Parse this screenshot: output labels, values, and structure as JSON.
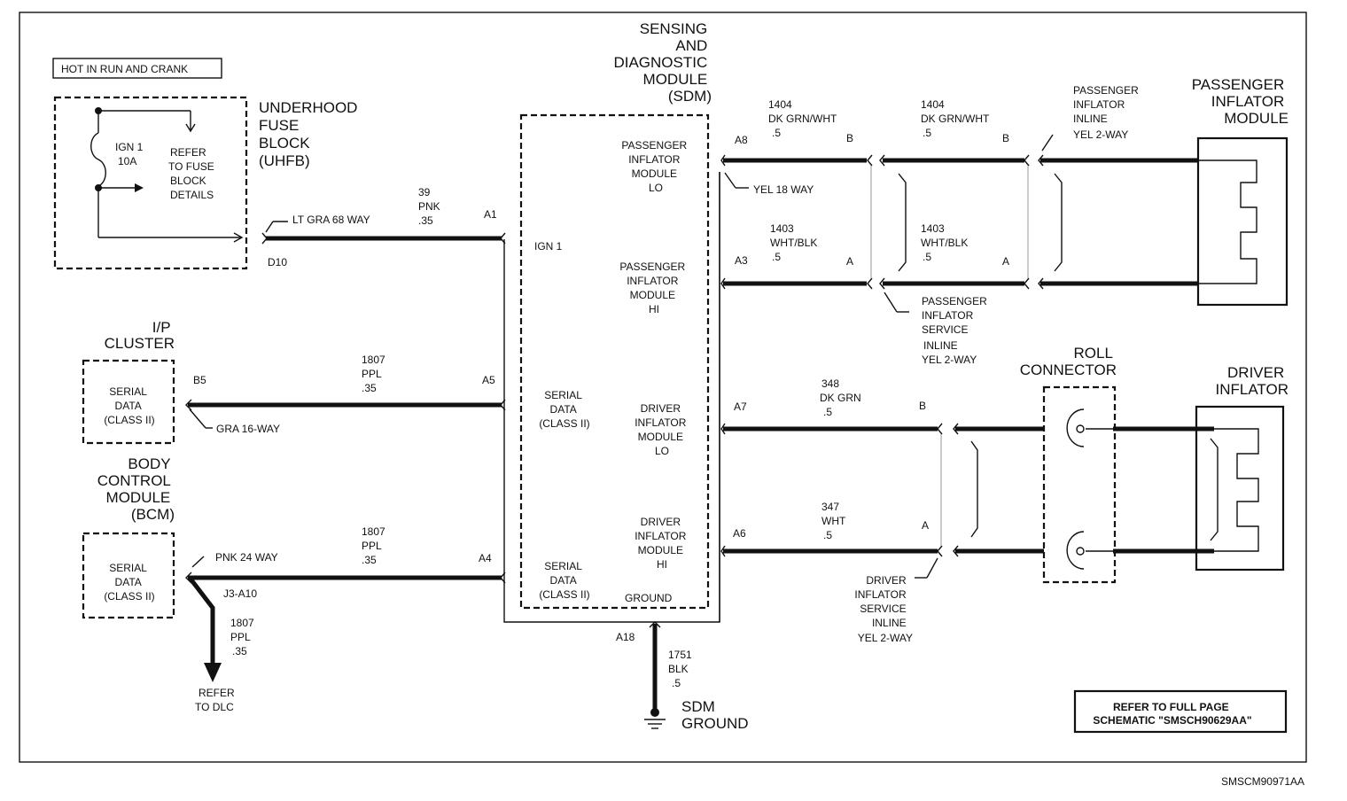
{
  "hot_in_run": "HOT IN RUN AND CRANK",
  "uhfb": {
    "title": [
      "UNDERHOOD",
      "FUSE",
      "BLOCK",
      "(UHFB)"
    ],
    "fuse": [
      "IGN 1",
      "10A"
    ],
    "refer": [
      "REFER",
      "TO FUSE",
      "BLOCK",
      "DETAILS"
    ],
    "connector": "LT GRA 68 WAY",
    "pin": "D10"
  },
  "sdm": {
    "title": [
      "SENSING",
      "AND",
      "DIAGNOSTIC",
      "MODULE",
      "(SDM)"
    ],
    "ign1": "IGN 1",
    "serial1": [
      "SERIAL",
      "DATA",
      "(CLASS II)"
    ],
    "serial2": [
      "SERIAL",
      "DATA",
      "(CLASS II)"
    ],
    "pass_lo": [
      "PASSENGER",
      "INFLATOR",
      "MODULE",
      "LO"
    ],
    "pass_hi": [
      "PASSENGER",
      "INFLATOR",
      "MODULE",
      "HI"
    ],
    "drv_lo": [
      "DRIVER",
      "INFLATOR",
      "MODULE",
      "LO"
    ],
    "drv_hi": [
      "DRIVER",
      "INFLATOR",
      "MODULE",
      "HI"
    ],
    "ground": "GROUND",
    "connector": "YEL 18 WAY",
    "pins": {
      "a1": "A1",
      "a5": "A5",
      "a4": "A4",
      "a8": "A8",
      "a3": "A3",
      "a7": "A7",
      "a6": "A6",
      "a18": "A18"
    }
  },
  "wires": {
    "ign": [
      "39",
      "PNK",
      ".35"
    ],
    "ipc": [
      "1807",
      "PPL",
      ".35"
    ],
    "bcm": [
      "1807",
      "PPL",
      ".35"
    ],
    "dlc": [
      "1807",
      "PPL",
      ".35"
    ],
    "gnd": [
      "1751",
      "BLK",
      ".5"
    ],
    "p1404a": [
      "1404",
      "DK GRN/WHT",
      ".5"
    ],
    "p1404b": [
      "1404",
      "DK GRN/WHT",
      ".5"
    ],
    "p1403a": [
      "1403",
      "WHT/BLK",
      ".5"
    ],
    "p1403b": [
      "1403",
      "WHT/BLK",
      ".5"
    ],
    "d348": [
      "348",
      "DK GRN",
      ".5"
    ],
    "d347": [
      "347",
      "WHT",
      ".5"
    ]
  },
  "pin_labels": {
    "b": "B",
    "a": "A"
  },
  "ipc": {
    "title": [
      "I/P",
      "CLUSTER"
    ],
    "box": [
      "SERIAL",
      "DATA",
      "(CLASS II)"
    ],
    "pin": "B5",
    "connector": "GRA 16-WAY"
  },
  "bcm": {
    "title": [
      "BODY",
      "CONTROL",
      "MODULE",
      "(BCM)"
    ],
    "box": [
      "SERIAL",
      "DATA",
      "(CLASS II)"
    ],
    "connector": "PNK 24 WAY",
    "splice": "J3-A10",
    "refer": [
      "REFER",
      "TO DLC"
    ]
  },
  "pass_inline": [
    "PASSENGER",
    "INFLATOR",
    "INLINE",
    "YEL 2-WAY"
  ],
  "pass_service": [
    "PASSENGER",
    "INFLATOR",
    "SERVICE",
    "INLINE",
    "YEL 2-WAY"
  ],
  "pass_module": [
    "PASSENGER",
    "INFLATOR",
    "MODULE"
  ],
  "roll": [
    "ROLL",
    "CONNECTOR"
  ],
  "driver_inflator": [
    "DRIVER",
    "INFLATOR"
  ],
  "driver_service": [
    "DRIVER",
    "INFLATOR",
    "SERVICE",
    "INLINE",
    "YEL 2-WAY"
  ],
  "sdm_ground": [
    "SDM",
    "GROUND"
  ],
  "refer_full": [
    "REFER TO FULL PAGE",
    "SCHEMATIC \"SMSCH90629AA\""
  ],
  "figure_id": "SMSCM90971AA"
}
